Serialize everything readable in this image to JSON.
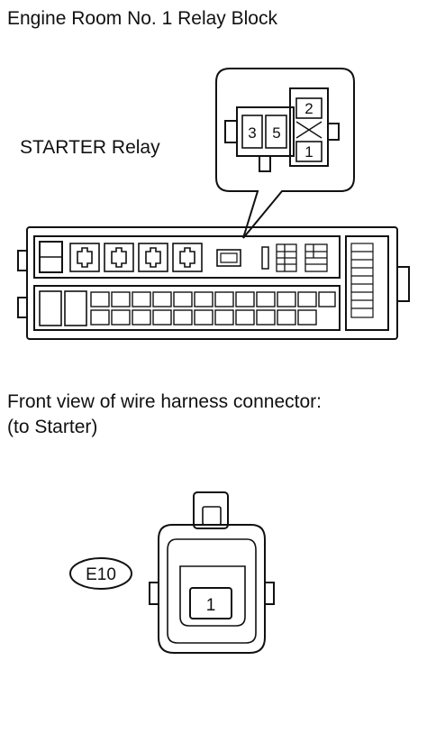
{
  "diagram": {
    "block_title": "Engine Room No. 1 Relay Block",
    "relay_label": "STARTER Relay",
    "relay_terminals": {
      "t3": "3",
      "t5": "5",
      "t2": "2",
      "t1": "1"
    },
    "connector_heading_line1": "Front view of wire harness connector:",
    "connector_heading_line2": "(to Starter)",
    "connector_code": "E10",
    "connector_terminal": "1"
  }
}
